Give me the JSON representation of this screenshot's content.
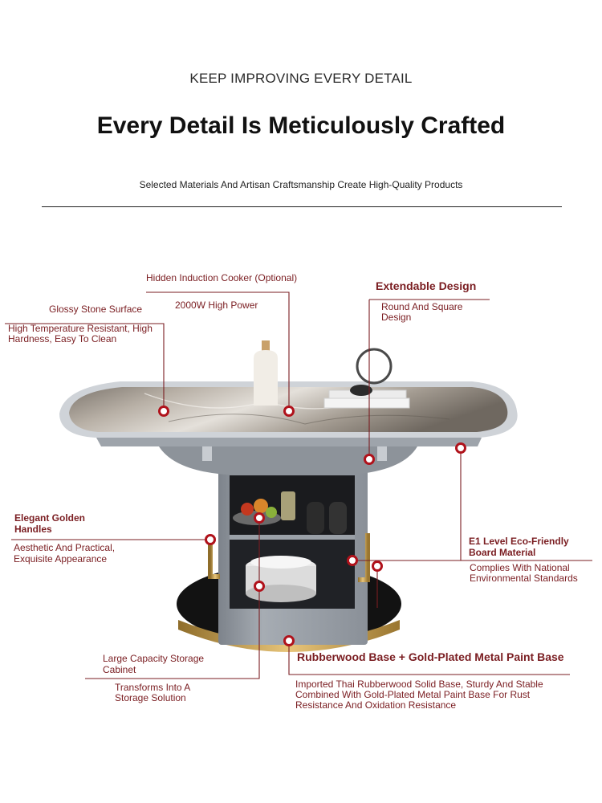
{
  "header": {
    "kicker": "KEEP IMPROVING EVERY DETAIL",
    "title": "Every Detail Is Meticulously Crafted",
    "subtitle": "Selected Materials And Artisan Craftsmanship Create High-Quality Products"
  },
  "colors": {
    "accent": "#7a1d21",
    "marker": "#b0121b",
    "gold": "#c9a04a"
  },
  "callouts": {
    "induction": {
      "title": "Hidden Induction Cooker (Optional)",
      "detail": "2000W High Power"
    },
    "stone": {
      "title": "Glossy Stone Surface",
      "detail": "High Temperature Resistant, High Hardness, Easy To Clean"
    },
    "extendable": {
      "title": "Extendable Design",
      "detail": "Round And Square Design"
    },
    "handles": {
      "title": "Elegant Golden Handles",
      "detail": "Aesthetic And Practical, Exquisite Appearance"
    },
    "board": {
      "title": "E1 Level Eco-Friendly Board Material",
      "detail": "Complies With National Environmental Standards"
    },
    "storage": {
      "title": "Large Capacity Storage Cabinet",
      "detail": "Transforms Into A Storage Solution"
    },
    "base": {
      "title": "Rubberwood Base + Gold-Plated Metal Paint Base",
      "detail": "Imported Thai Rubberwood Solid Base, Sturdy And Stable Combined With Gold-Plated Metal Paint Base For Rust Resistance And Oxidation Resistance"
    }
  }
}
